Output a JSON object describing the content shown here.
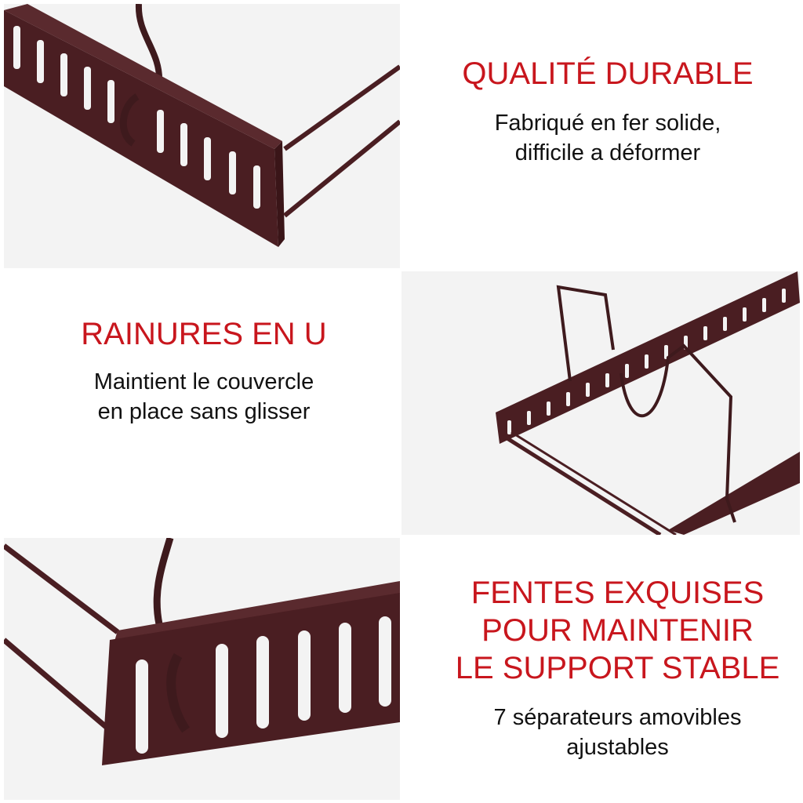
{
  "colors": {
    "accent": "#c8161d",
    "text": "#111111",
    "product": "#4a1e22",
    "panel_bg": "#f3f3f3"
  },
  "features": [
    {
      "title": "QUALITÉ DURABLE",
      "desc_lines": [
        "Fabriqué en fer solide,",
        "difficile a déformer"
      ]
    },
    {
      "title": "RAINURES EN U",
      "desc_lines": [
        "Maintient le couvercle",
        "en place sans glisser"
      ]
    },
    {
      "title_lines": [
        "FENTES EXQUISES",
        "POUR MAINTENIR",
        "LE SUPPORT STABLE"
      ],
      "desc_lines": [
        "7 séparateurs amovibles",
        "ajustables"
      ]
    }
  ],
  "images": [
    {
      "name": "rack-corner-closeup-top"
    },
    {
      "name": "rack-with-lid-dividers"
    },
    {
      "name": "rack-slots-closeup-bottom"
    }
  ]
}
